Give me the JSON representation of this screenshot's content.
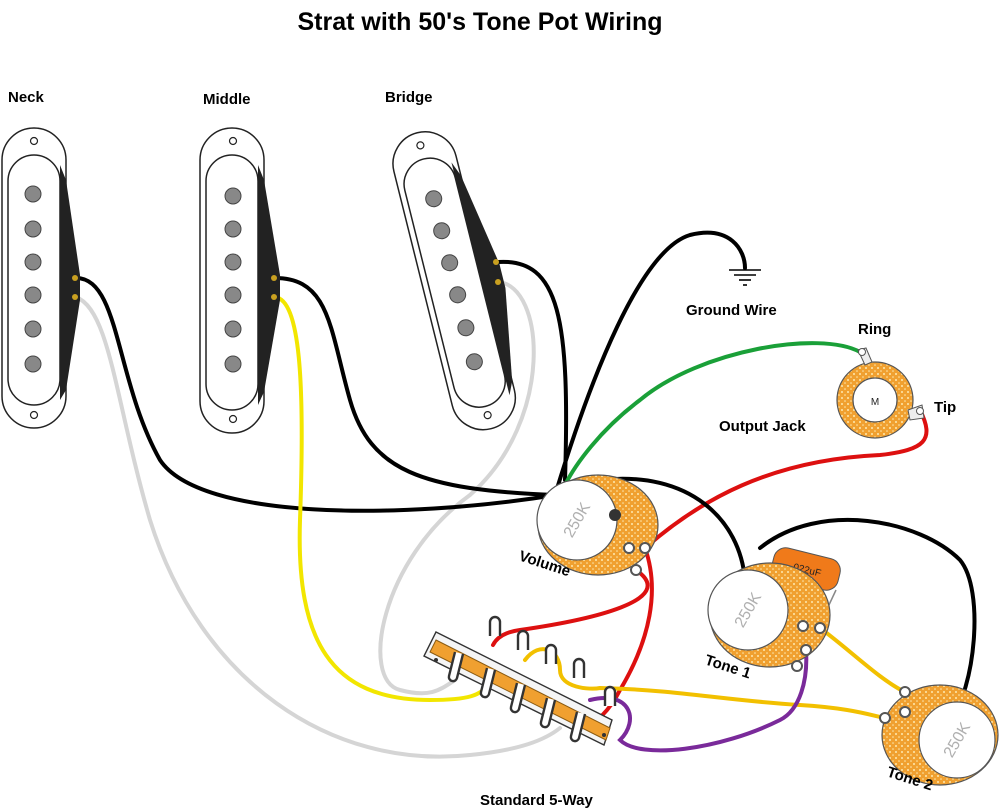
{
  "title": "Strat with 50's Tone Pot Wiring",
  "pickups": {
    "neck": "Neck",
    "middle": "Middle",
    "bridge": "Bridge"
  },
  "labels": {
    "ground_wire": "Ground Wire",
    "ring": "Ring",
    "tip": "Tip",
    "output_jack": "Output Jack",
    "volume": "Volume",
    "tone1": "Tone 1",
    "tone2": "Tone 2",
    "switch": "Standard 5-Way"
  },
  "pots": {
    "volume_value": "250K",
    "tone1_value": "250K",
    "tone2_value": "250K"
  },
  "capacitor": ".022uF",
  "jack_mark": "M",
  "colors": {
    "hot_wire": "#000000",
    "ground_wire": "#d8d8d8",
    "middle_hot": "#f2e600",
    "jack_ring_wire": "#1aa038",
    "tip_wire": "#dd1010",
    "tone_wire": "#f2c000",
    "purple_wire": "#7a2a9a",
    "pot_body": "#f0a030",
    "capacitor_body": "#f07a1a"
  }
}
